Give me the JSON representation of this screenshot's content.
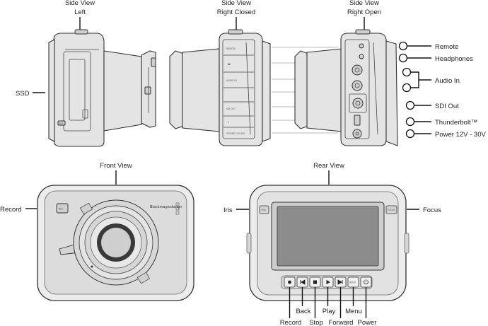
{
  "views": {
    "side_left": {
      "title_line1": "Side View",
      "title_line2": "Left"
    },
    "side_right_closed": {
      "title_line1": "Side View",
      "title_line2": "Right Closed"
    },
    "side_right_open": {
      "title_line1": "Side View",
      "title_line2": "Right Open"
    },
    "front": {
      "title": "Front View"
    },
    "rear": {
      "title": "Rear View"
    }
  },
  "labels": {
    "ssd": "SSD",
    "remote": "Remote",
    "headphones": "Headphones",
    "audio_in": "Audio In",
    "sdi_out": "SDI Out",
    "thunderbolt": "Thunderbolt™",
    "power_input": "Power 12V - 30V",
    "record_front": "Record",
    "iris": "Iris",
    "focus": "Focus",
    "rear_record": "Record",
    "back": "Back",
    "stop": "Stop",
    "play": "Play",
    "forward": "Forward",
    "menu": "Menu",
    "power": "Power"
  },
  "printed_on_device": {
    "brand": "Blackmagicdesign",
    "rec_button": "REC",
    "iris_button": "IRIS",
    "focus_button": "FOCUS",
    "menu_button": "MENU",
    "port_remote": "REMOTE",
    "port_audio": "AUDIO IN",
    "port_sdi": "SDI OUT",
    "port_power": "POWER 12V-30V"
  }
}
